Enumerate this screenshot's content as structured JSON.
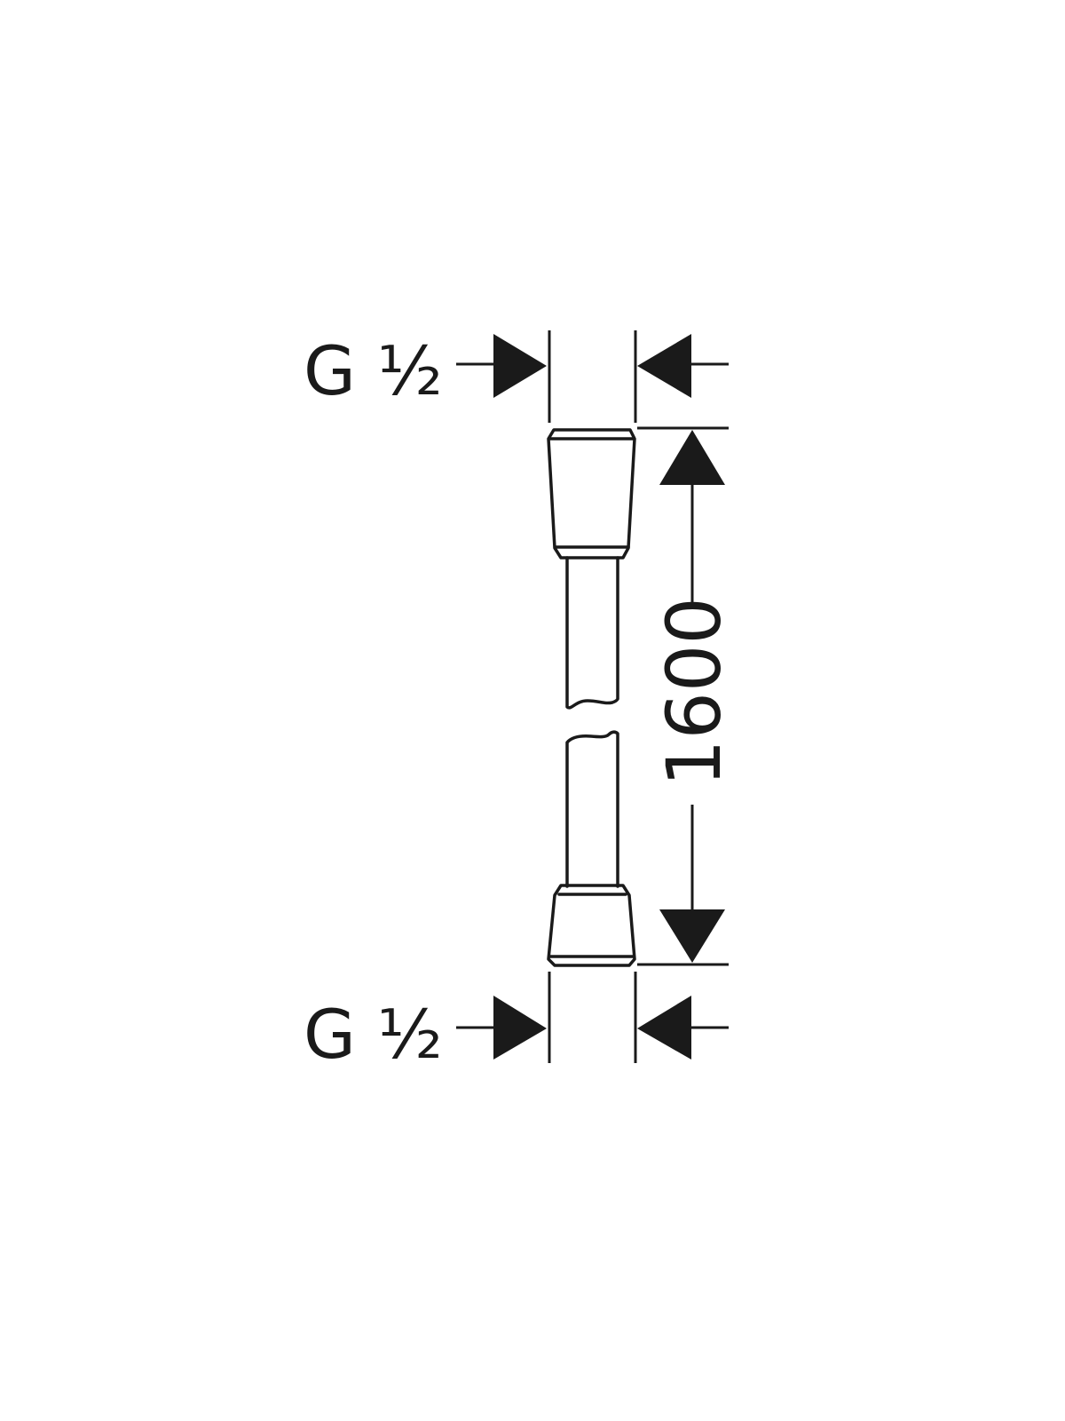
{
  "drawing": {
    "top_thread_label": "G ½",
    "bottom_thread_label": "G ½",
    "length_dimension": "1600",
    "colors": {
      "line": "#1a1a1a",
      "background": "#ffffff"
    }
  }
}
